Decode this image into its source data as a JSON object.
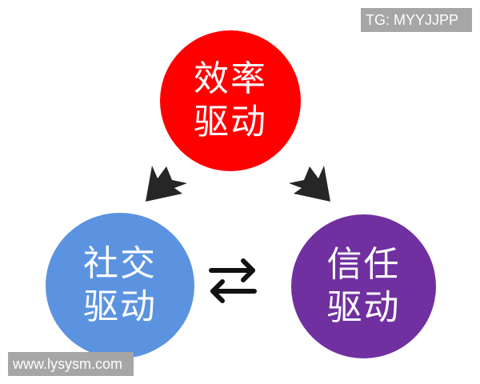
{
  "diagram": {
    "nodes": [
      {
        "id": "efficiency",
        "line1": "效率",
        "line2": "驱动",
        "color": "#ff0000"
      },
      {
        "id": "social",
        "line1": "社交",
        "line2": "驱动",
        "color": "#5b93e0"
      },
      {
        "id": "trust",
        "line1": "信任",
        "line2": "驱动",
        "color": "#7030a0"
      }
    ],
    "edges": [
      {
        "from": "efficiency",
        "to": "social",
        "type": "arrow"
      },
      {
        "from": "efficiency",
        "to": "trust",
        "type": "arrow"
      },
      {
        "from": "social",
        "to": "trust",
        "type": "bidirectional"
      }
    ],
    "arrow_color": "#262626"
  },
  "watermarks": {
    "top_right": "TG: MYYJJPP",
    "bottom_left": "www.lysysm.com",
    "background": "#a6a6a6"
  }
}
